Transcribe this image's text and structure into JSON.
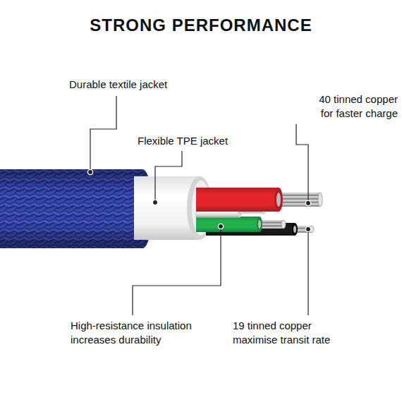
{
  "diagram": {
    "title": "STRONG PERFORMANCE",
    "labels": [
      "Durable textile jacket",
      "Flexible TPE jacket",
      "40 tinned copper for faster charge",
      "High-resistance insulation increases durability",
      "19 tinned copper maximise transit rate"
    ]
  }
}
